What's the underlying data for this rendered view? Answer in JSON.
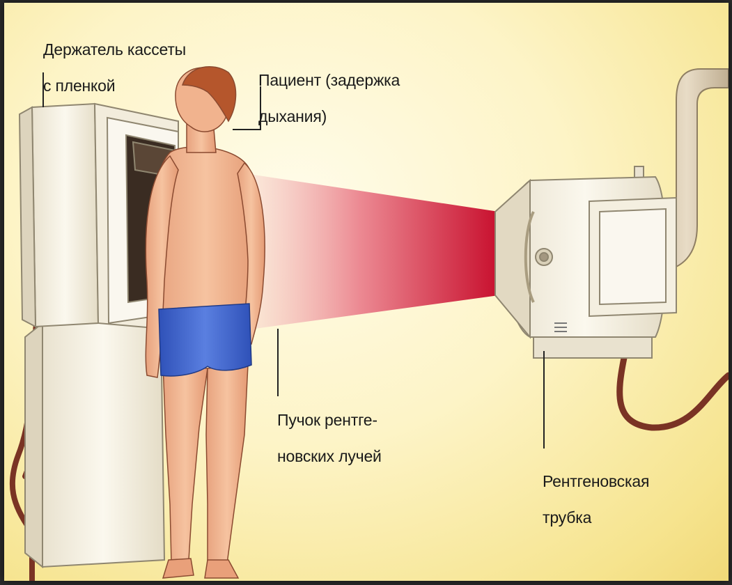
{
  "labels": {
    "cassette_holder": [
      "Держатель кассеты",
      "с пленкой"
    ],
    "patient": [
      "Пациент (задержка",
      "дыхания)"
    ],
    "beam": [
      "Пучок рентге-",
      "новских лучей"
    ],
    "tube": [
      "Рентгеновская",
      "трубка"
    ]
  },
  "colors": {
    "background": "#fdf4c7",
    "beam_far": "#c8102e",
    "beam_near": "#f6d7c8",
    "skin": "#f1b38e",
    "shorts": "#3f63c9",
    "hair": "#b5562c",
    "equipment": "#f7f2e4",
    "cable": "#8a3b2a"
  }
}
